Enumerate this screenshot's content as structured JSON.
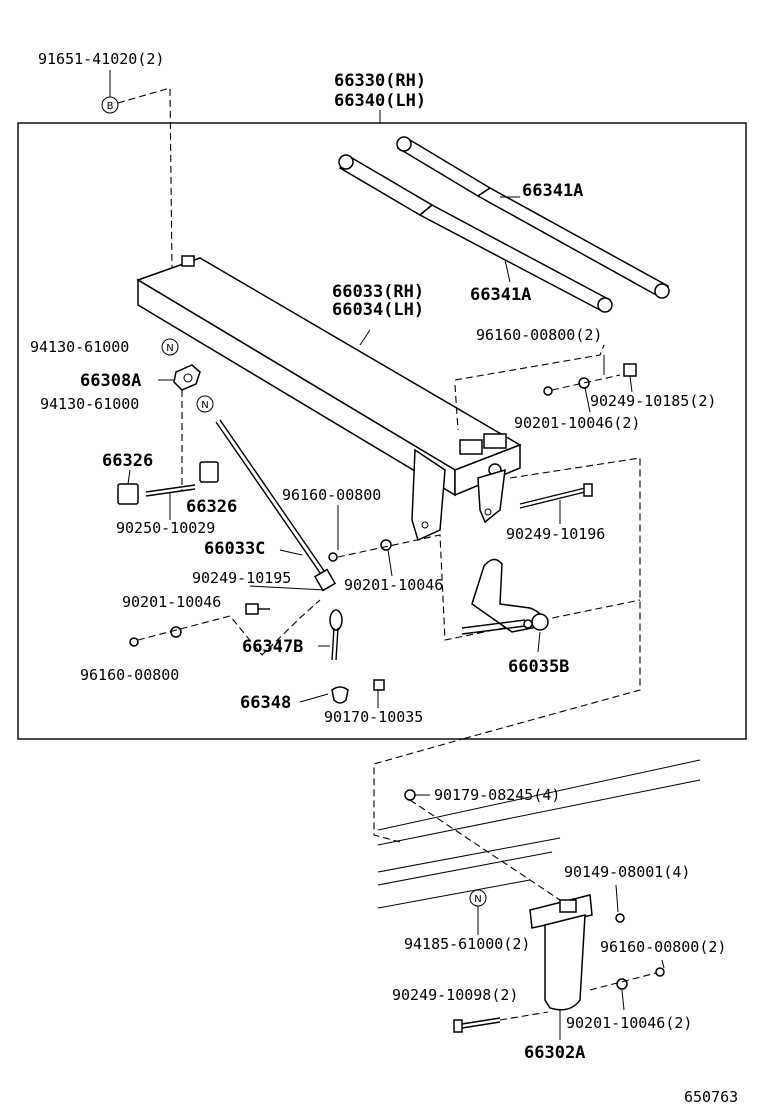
{
  "labels": {
    "p91651": "91651-41020(2)",
    "p66330": "66330(RH)",
    "p66340": "66340(LH)",
    "p66341a_top": "66341A",
    "p66341a_bot": "66341A",
    "p66033": "66033(RH)",
    "p66034": "66034(LH)",
    "p94130_a": "94130-61000",
    "p66308a": "66308A",
    "p94130_b": "94130-61000",
    "p96160_2": "96160-00800(2)",
    "p90249_10185": "90249-10185(2)",
    "p90201_2": "90201-10046(2)",
    "p66326_a": "66326",
    "p66326_b": "66326",
    "p90250": "90250-10029",
    "p96160_mid": "96160-00800",
    "p90249_10196": "90249-10196",
    "p66033c": "66033C",
    "p90249_10195": "90249-10195",
    "p90201_mid": "90201-10046",
    "p90201_left": "90201-10046",
    "p66347b": "66347B",
    "p96160_left": "96160-00800",
    "p66035b": "66035B",
    "p66348": "66348",
    "p90170": "90170-10035",
    "p90179": "90179-08245(4)",
    "p90149": "90149-08001(4)",
    "p94185": "94185-61000(2)",
    "p96160_low": "96160-00800(2)",
    "p90249_10098": "90249-10098(2)",
    "p90201_low": "90201-10046(2)",
    "p66302a": "66302A",
    "ref_number": "650763"
  },
  "callouts": {
    "b_marker": "B",
    "n_marker": "N"
  }
}
